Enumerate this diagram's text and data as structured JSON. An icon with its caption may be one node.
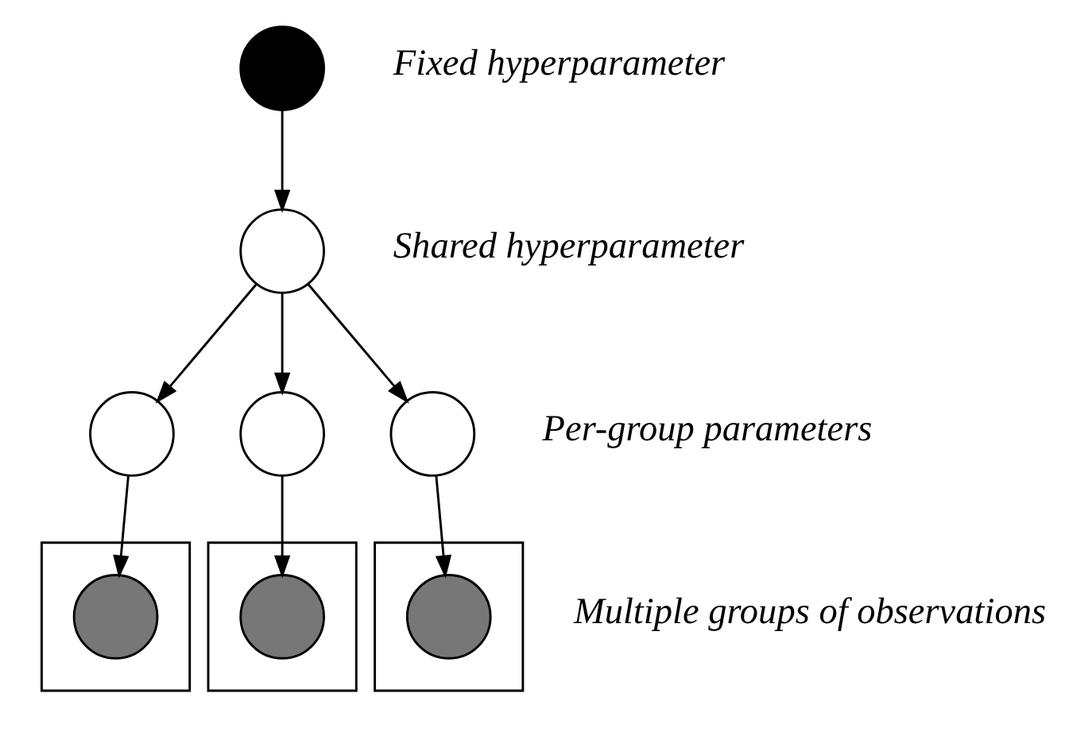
{
  "diagram": {
    "nodes": [
      {
        "text": [],
        "shape": "circle",
        "beside": [
          "Fixed hyperparameter"
        ]
      },
      {
        "text": [],
        "shape": "circle",
        "beside": [
          "Shared hyperparameter"
        ]
      },
      {
        "text": [],
        "shape": "circle"
      },
      {
        "text": [],
        "shape": "circle"
      },
      {
        "text": [],
        "shape": "circle",
        "beside": [
          "Per-group parameters"
        ]
      },
      {
        "text": [],
        "shape": "box"
      },
      {
        "text": [],
        "shape": "circle",
        "in": 5
      },
      {
        "text": [],
        "shape": "box"
      },
      {
        "text": [],
        "shape": "circle",
        "in": 7
      },
      {
        "text": [],
        "shape": "box",
        "beside": [
          "Multiple groups of observations"
        ]
      },
      {
        "text": [],
        "shape": "circle",
        "in": 9
      }
    ],
    "edges": [
      {
        "from": 0,
        "to": 1,
        "arrow": "to"
      },
      {
        "from": 1,
        "to": 2,
        "arrow": "to"
      },
      {
        "from": 1,
        "to": 3,
        "arrow": "to"
      },
      {
        "from": 1,
        "to": 4,
        "arrow": "to"
      },
      {
        "from": 2,
        "to": 6,
        "arrow": "to"
      },
      {
        "from": 3,
        "to": 8,
        "arrow": "to"
      },
      {
        "from": 4,
        "to": 10,
        "arrow": "to"
      }
    ]
  }
}
